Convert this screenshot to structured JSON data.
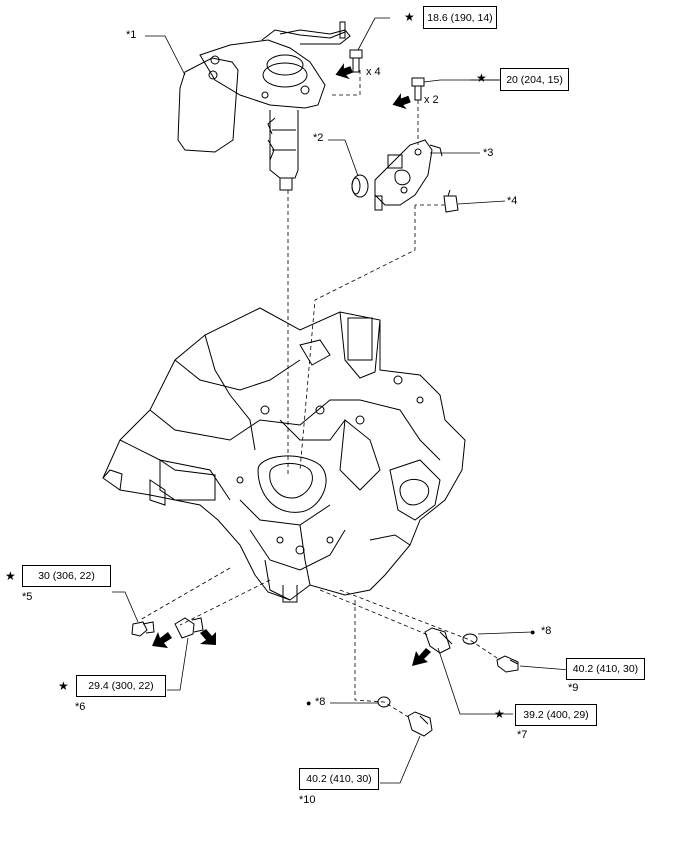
{
  "callouts": {
    "c1": "*1",
    "c2": "*2",
    "c3": "*3",
    "c4": "*4",
    "c5": "*5",
    "c6": "*6",
    "c7": "*7",
    "c8a": "*8",
    "c8b": "*8",
    "c9": "*9",
    "c10": "*10"
  },
  "torque": {
    "t1": "18.6 (190, 14)",
    "t2": "20 (204, 15)",
    "t5": "30 (306, 22)",
    "t6": "29.4 (300, 22)",
    "t7": "39.2 (400, 29)",
    "t9": "40.2 (410, 30)",
    "t10": "40.2 (410, 30)"
  },
  "quantities": {
    "q1": "x 4",
    "q2": "x 2"
  },
  "symbols": {
    "star": "★",
    "dot": "●"
  }
}
